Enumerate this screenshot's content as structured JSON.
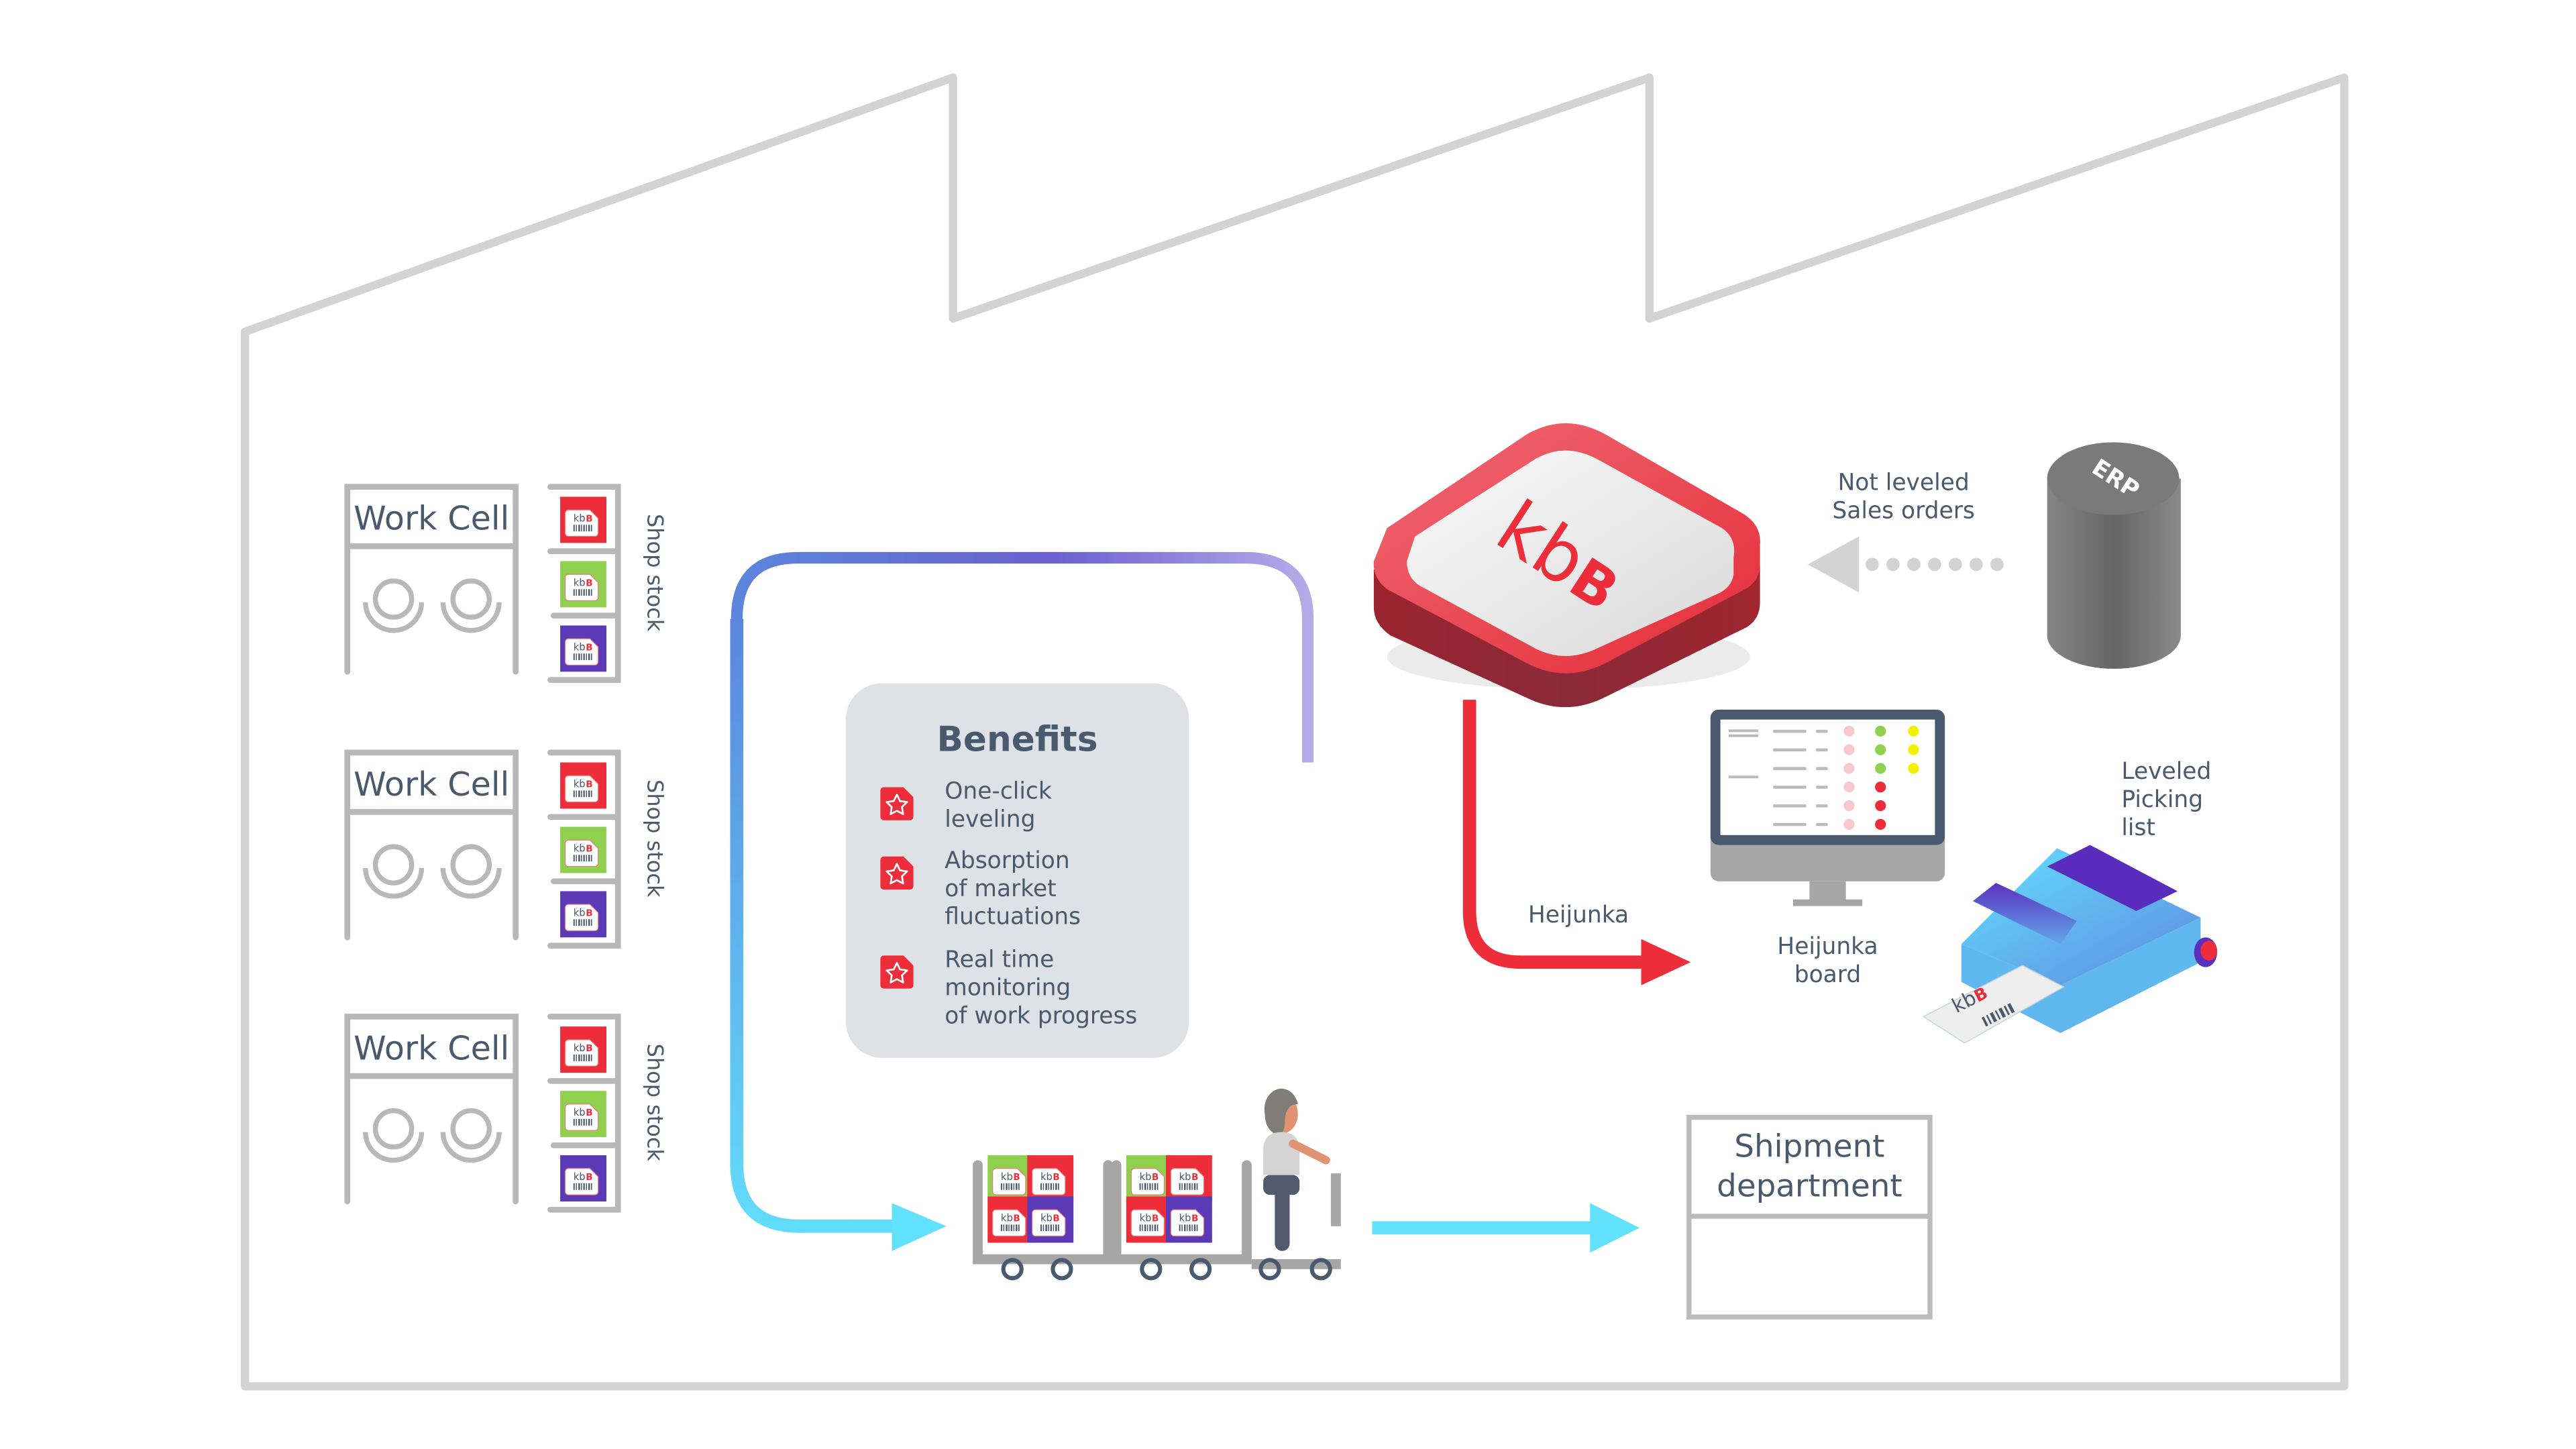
{
  "colors": {
    "outline": "#d3d3d3",
    "text": "#4a5a6e",
    "kbb_red": "#ee2d3a",
    "card_green": "#8fd14f",
    "card_purple": "#5b3ab8",
    "flow_blue": "#5b8fe0",
    "flow_cyan": "#62e1fd",
    "benefits_bg": "#dee1e6",
    "erp_gray": "#707070"
  },
  "work_cells": [
    {
      "label": "Work Cell",
      "stock_label": "Shop stock",
      "cards": [
        "red",
        "green",
        "purple"
      ]
    },
    {
      "label": "Work Cell",
      "stock_label": "Shop stock",
      "cards": [
        "red",
        "green",
        "purple"
      ]
    },
    {
      "label": "Work Cell",
      "stock_label": "Shop stock",
      "cards": [
        "red",
        "green",
        "purple"
      ]
    }
  ],
  "card_logo": {
    "kb": "kb",
    "b": "B"
  },
  "benefits": {
    "title": "Benefits",
    "items": [
      {
        "lines": [
          "One-click",
          "leveling"
        ],
        "icon": "star-icon"
      },
      {
        "lines": [
          "Absorption",
          "of market",
          "fluctuations"
        ],
        "icon": "star-icon"
      },
      {
        "lines": [
          "Real time",
          "monitoring",
          "of work progress"
        ],
        "icon": "star-icon"
      }
    ]
  },
  "kbb_logo": {
    "kb": "kb",
    "b": "B"
  },
  "erp": {
    "label": "ERP"
  },
  "sales_orders": {
    "line1": "Not leveled",
    "line2": "Sales orders"
  },
  "heijunka_arrow_label": "Heijunka",
  "heijunka_board": {
    "line1": "Heijunka",
    "line2": "board",
    "status_columns": [
      [
        "#f7c9cf",
        "#f7c9cf",
        "#f7c9cf",
        "#f7c9cf",
        "#f7c9cf",
        "#f7c9cf"
      ],
      [
        "#8fd14f",
        "#8fd14f",
        "#8fd14f",
        "#ee2d3a",
        "#ee2d3a",
        "#ee2d3a"
      ],
      [
        "#f2f200",
        "#f2f200",
        "#f2f200"
      ]
    ]
  },
  "picking_list": {
    "line1": "Leveled",
    "line2": "Picking",
    "line3": "list"
  },
  "carts": [
    {
      "cards": [
        "green",
        "red",
        "red",
        "purple"
      ]
    },
    {
      "cards": [
        "green",
        "red",
        "red",
        "purple"
      ]
    }
  ],
  "shipment": {
    "line1": "Shipment",
    "line2": "department"
  }
}
